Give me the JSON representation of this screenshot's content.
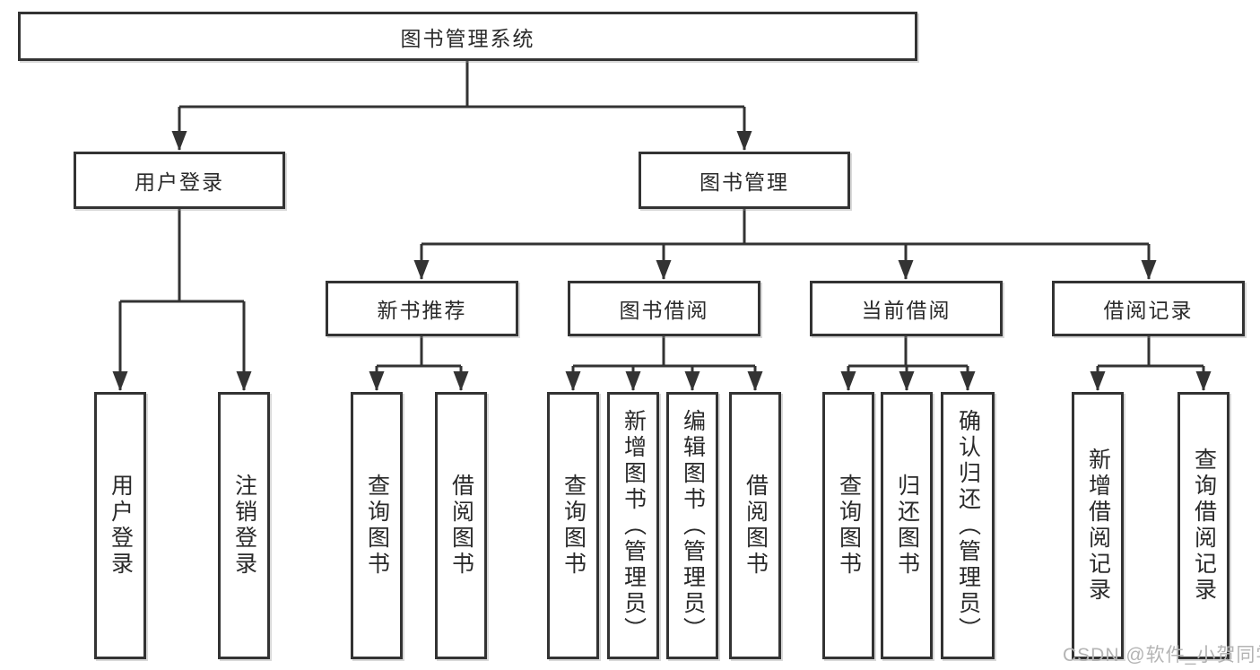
{
  "diagram": {
    "root": {
      "label": "图书管理系统"
    },
    "level2": [
      {
        "label": "用户登录",
        "parent": "图书管理系统"
      },
      {
        "label": "图书管理",
        "parent": "图书管理系统"
      }
    ],
    "level3": [
      {
        "label": "新书推荐",
        "parent": "图书管理"
      },
      {
        "label": "图书借阅",
        "parent": "图书管理"
      },
      {
        "label": "当前借阅",
        "parent": "图书管理"
      },
      {
        "label": "借阅记录",
        "parent": "图书管理"
      }
    ],
    "leaves": [
      {
        "label": "用户登录",
        "parent": "用户登录"
      },
      {
        "label": "注销登录",
        "parent": "用户登录"
      },
      {
        "label": "查询图书",
        "parent": "新书推荐"
      },
      {
        "label": "借阅图书",
        "parent": "新书推荐"
      },
      {
        "label": "查询图书",
        "parent": "图书借阅"
      },
      {
        "label": "新增图书（管理员）",
        "parent": "图书借阅"
      },
      {
        "label": "编辑图书（管理员）",
        "parent": "图书借阅"
      },
      {
        "label": "借阅图书",
        "parent": "图书借阅"
      },
      {
        "label": "查询图书",
        "parent": "当前借阅"
      },
      {
        "label": "归还图书",
        "parent": "当前借阅"
      },
      {
        "label": "确认归还（管理员）",
        "parent": "当前借阅"
      },
      {
        "label": "新增借阅记录",
        "parent": "借阅记录"
      },
      {
        "label": "查询借阅记录",
        "parent": "借阅记录"
      }
    ]
  },
  "watermark": "CSDN @软件_小贺同学",
  "colors": {
    "line": "#333333",
    "box_background": "#ffffff",
    "text": "#2a2a2a",
    "watermark": "#b4b4b4"
  }
}
